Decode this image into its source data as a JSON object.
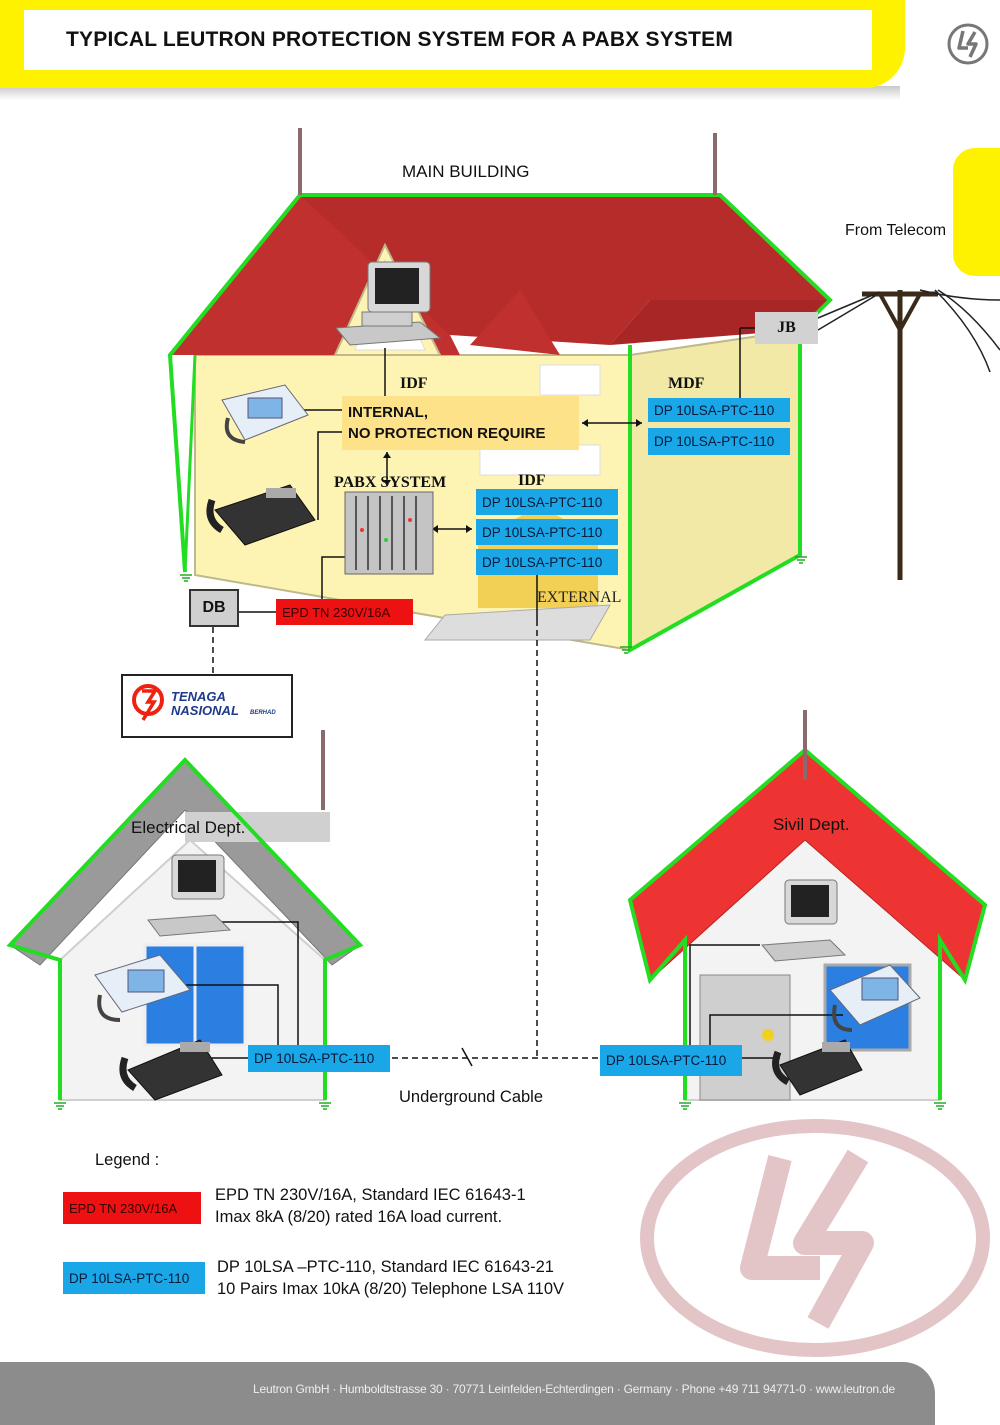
{
  "header": {
    "title": "TYPICAL LEUTRON PROTECTION SYSTEM FOR A PABX SYSTEM"
  },
  "diagram": {
    "main_building": "MAIN BUILDING",
    "from_telecom": "From Telecom",
    "jb": "JB",
    "mdf": "MDF",
    "idf_top": "IDF",
    "idf_mid": "IDF",
    "internal_line1": "INTERNAL,",
    "internal_line2": "NO PROTECTION REQUIRE",
    "pabx": "PABX SYSTEM",
    "external": "EXTERNAL",
    "db": "DB",
    "electrical_dept": "Electrical Dept.",
    "sivil_dept": "Sivil Dept.",
    "underground_cable": "Underground Cable",
    "dp_label": "DP 10LSA-PTC-110",
    "epd_label": "EPD TN 230V/16A",
    "tenaga_line1": "TENAGA",
    "tenaga_line2": "NASIONAL",
    "tenaga_berhad": "BERHAD"
  },
  "legend": {
    "title": "Legend :",
    "items": [
      {
        "badge": "EPD TN 230V/16A",
        "line1": "EPD TN 230V/16A, Standard IEC 61643-1",
        "line2": "Imax 8kA (8/20) rated 16A load current.",
        "color": "#ee1111"
      },
      {
        "badge": "DP 10LSA-PTC-110",
        "line1": "DP 10LSA –PTC-110, Standard IEC 61643-21",
        "line2": "10 Pairs Imax 10kA (8/20) Telephone LSA 110V",
        "color": "#1aa7e8"
      }
    ]
  },
  "footer": {
    "text": "Leutron GmbH · Humboldtstrasse 30 · 70771 Leinfelden-Echterdingen · Germany · Phone +49  711  94771-0 · www.leutron.de"
  },
  "colors": {
    "accent_yellow": "#fff200",
    "protector_blue": "#1aa7e8",
    "protector_red": "#ee1111",
    "ground_green": "#22dd22",
    "roof_red": "#c0302f"
  },
  "icons": [
    "leutron-logo-icon",
    "computer-icon",
    "fax-icon",
    "telephone-icon",
    "pabx-rack-icon",
    "utility-pole-icon",
    "ground-icon",
    "lightning-rod-icon",
    "tenaga-logo-icon"
  ]
}
